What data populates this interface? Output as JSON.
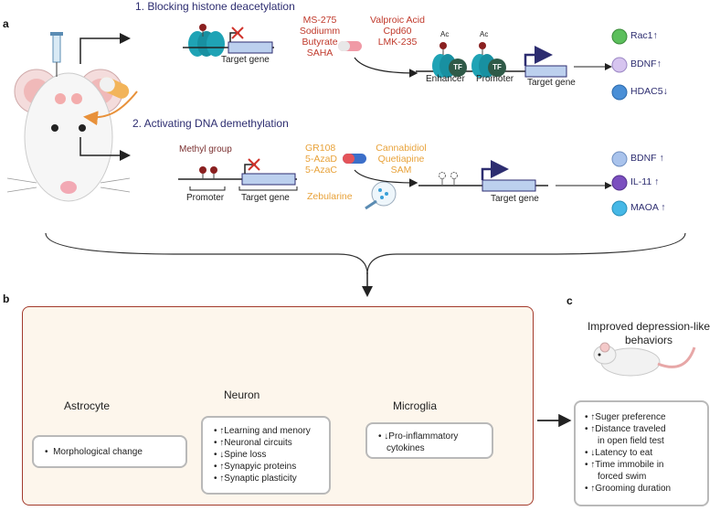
{
  "panel_letters": {
    "a": "a",
    "b": "b",
    "c": "c"
  },
  "section1": {
    "title": "1.  Blocking histone deacetylation",
    "drugs_left": [
      "MS-275",
      "Sodiumm",
      "Butyrate",
      "SAHA"
    ],
    "drugs_right": [
      "Valproic Acid",
      "Cpd60",
      "LMK-235"
    ],
    "target_gene_left": "Target gene",
    "ac_label": "Ac",
    "tf_label": "TF",
    "enhancer": "Enhancer",
    "promoter": "Promoter",
    "target_gene_right": "Target gene",
    "outcomes": [
      {
        "label": "Rac1",
        "arrow": "↑",
        "color": "#5cbf5c"
      },
      {
        "label": "BDNF",
        "arrow": "↑",
        "color": "#d6c4ef"
      },
      {
        "label": "HDAC5",
        "arrow": "↓",
        "color": "#4a8fd6"
      }
    ]
  },
  "section2": {
    "title": "2. Activating DNA demethylation",
    "methyl_group": "Methyl group",
    "promoter": "Promoter",
    "target_gene_left": "Target gene",
    "drugs_left": [
      "GR108",
      "5-AzaD",
      "5-AzaC"
    ],
    "drugs_right": [
      "Cannabidiol",
      "Quetiapine",
      "SAM"
    ],
    "zebularine": "Zebularine",
    "target_gene_right": "Target gene",
    "outcomes": [
      {
        "label": "BDNF",
        "arrow": "↑",
        "color": "#a9c3ec"
      },
      {
        "label": "IL-11",
        "arrow": "↑",
        "color": "#7b4fbf"
      },
      {
        "label": "MAOA",
        "arrow": "↑",
        "color": "#46b8e6"
      }
    ]
  },
  "panel_b": {
    "astrocyte": {
      "label": "Astrocyte",
      "items": [
        "Morphological change"
      ]
    },
    "neuron": {
      "label": "Neuron",
      "items": [
        "↑Learning and menory",
        "↑Neuronal circuits",
        "↓Spine loss",
        "↑Synapyic proteins",
        "↑Synaptic plasticity"
      ]
    },
    "microglia": {
      "label": "Microglia",
      "items": [
        "↓Pro-inflammatory",
        "cytokines"
      ]
    }
  },
  "panel_c": {
    "title_line1": "Improved depression-like",
    "title_line2": "behaviors",
    "items": [
      "↑Suger preference",
      "↑Distance traveled",
      "in open field test",
      "↓Latency to eat",
      "↑Time immobile in",
      "forced swim",
      "↑Grooming duration"
    ]
  },
  "colors": {
    "drug_red": "#c0392b",
    "drug_orange": "#e8a23a",
    "header_blue": "#2d2d70",
    "nucleosome": "#1fa3b5",
    "tf_green": "#2f5a48",
    "gene_box": "#bcd0ee",
    "panel_border": "#a33a2c"
  }
}
